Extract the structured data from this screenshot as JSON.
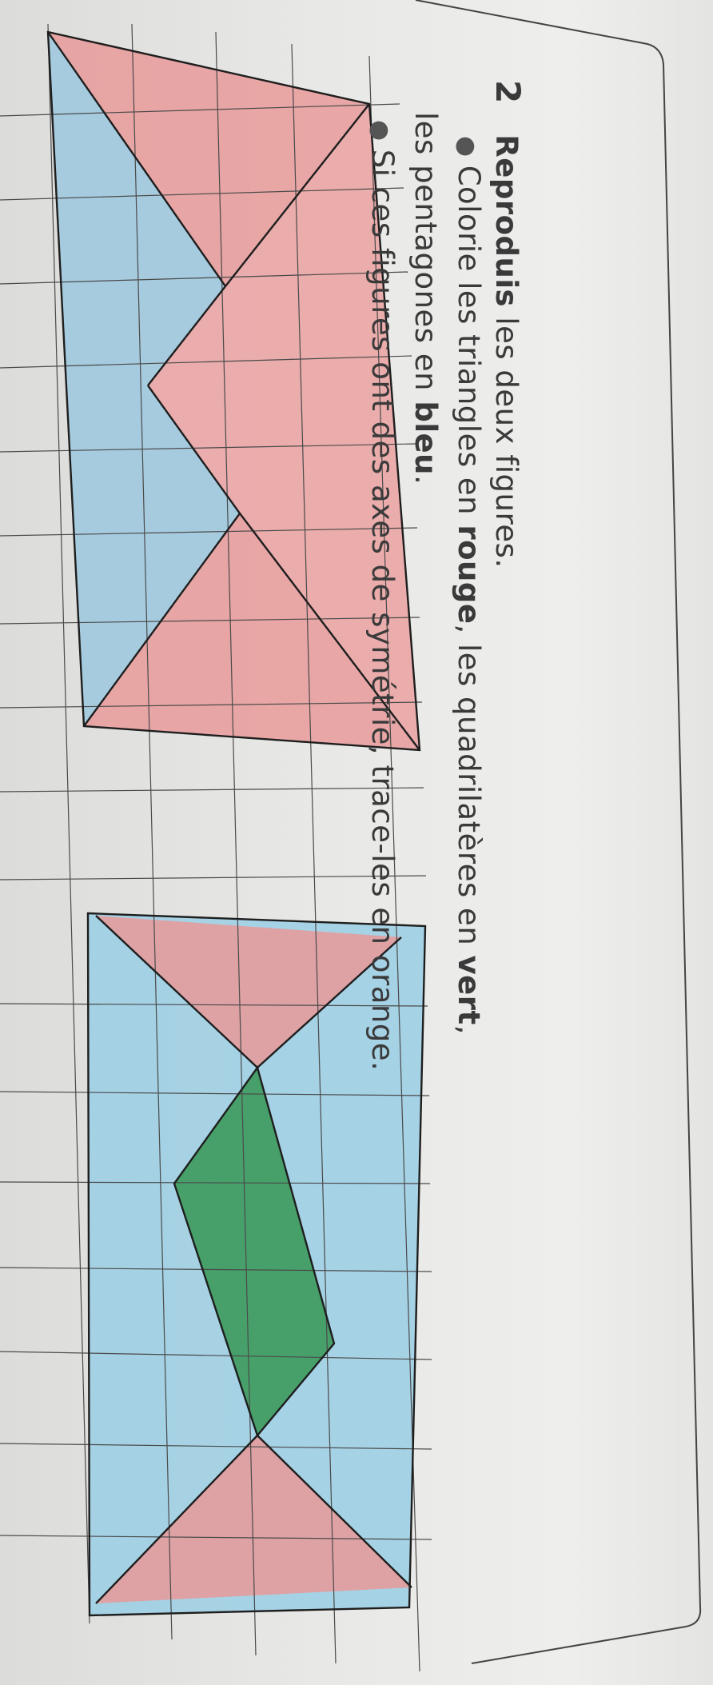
{
  "exercise": {
    "number": "2",
    "heading_bold": "Reproduis",
    "heading_rest": " les deux figures.",
    "bullet1_a": "Colorie les triangles en ",
    "bullet1_red": "rouge",
    "bullet1_b": ", les quadrilatères en ",
    "bullet1_green": "vert",
    "bullet1_c": ",",
    "bullet1_line2_a": "les pentagones en ",
    "bullet1_blue": "bleu",
    "bullet1_line2_b": ".",
    "bullet2": "Si ces figures ont des axes de symétrie, trace-les en orange."
  },
  "colors": {
    "red": "#e89a9a",
    "blue": "#9fcfe4",
    "green": "#3d9a5c",
    "ink": "#1e1e1e",
    "grid": "#4a4a4a",
    "paper": "#ececea"
  }
}
